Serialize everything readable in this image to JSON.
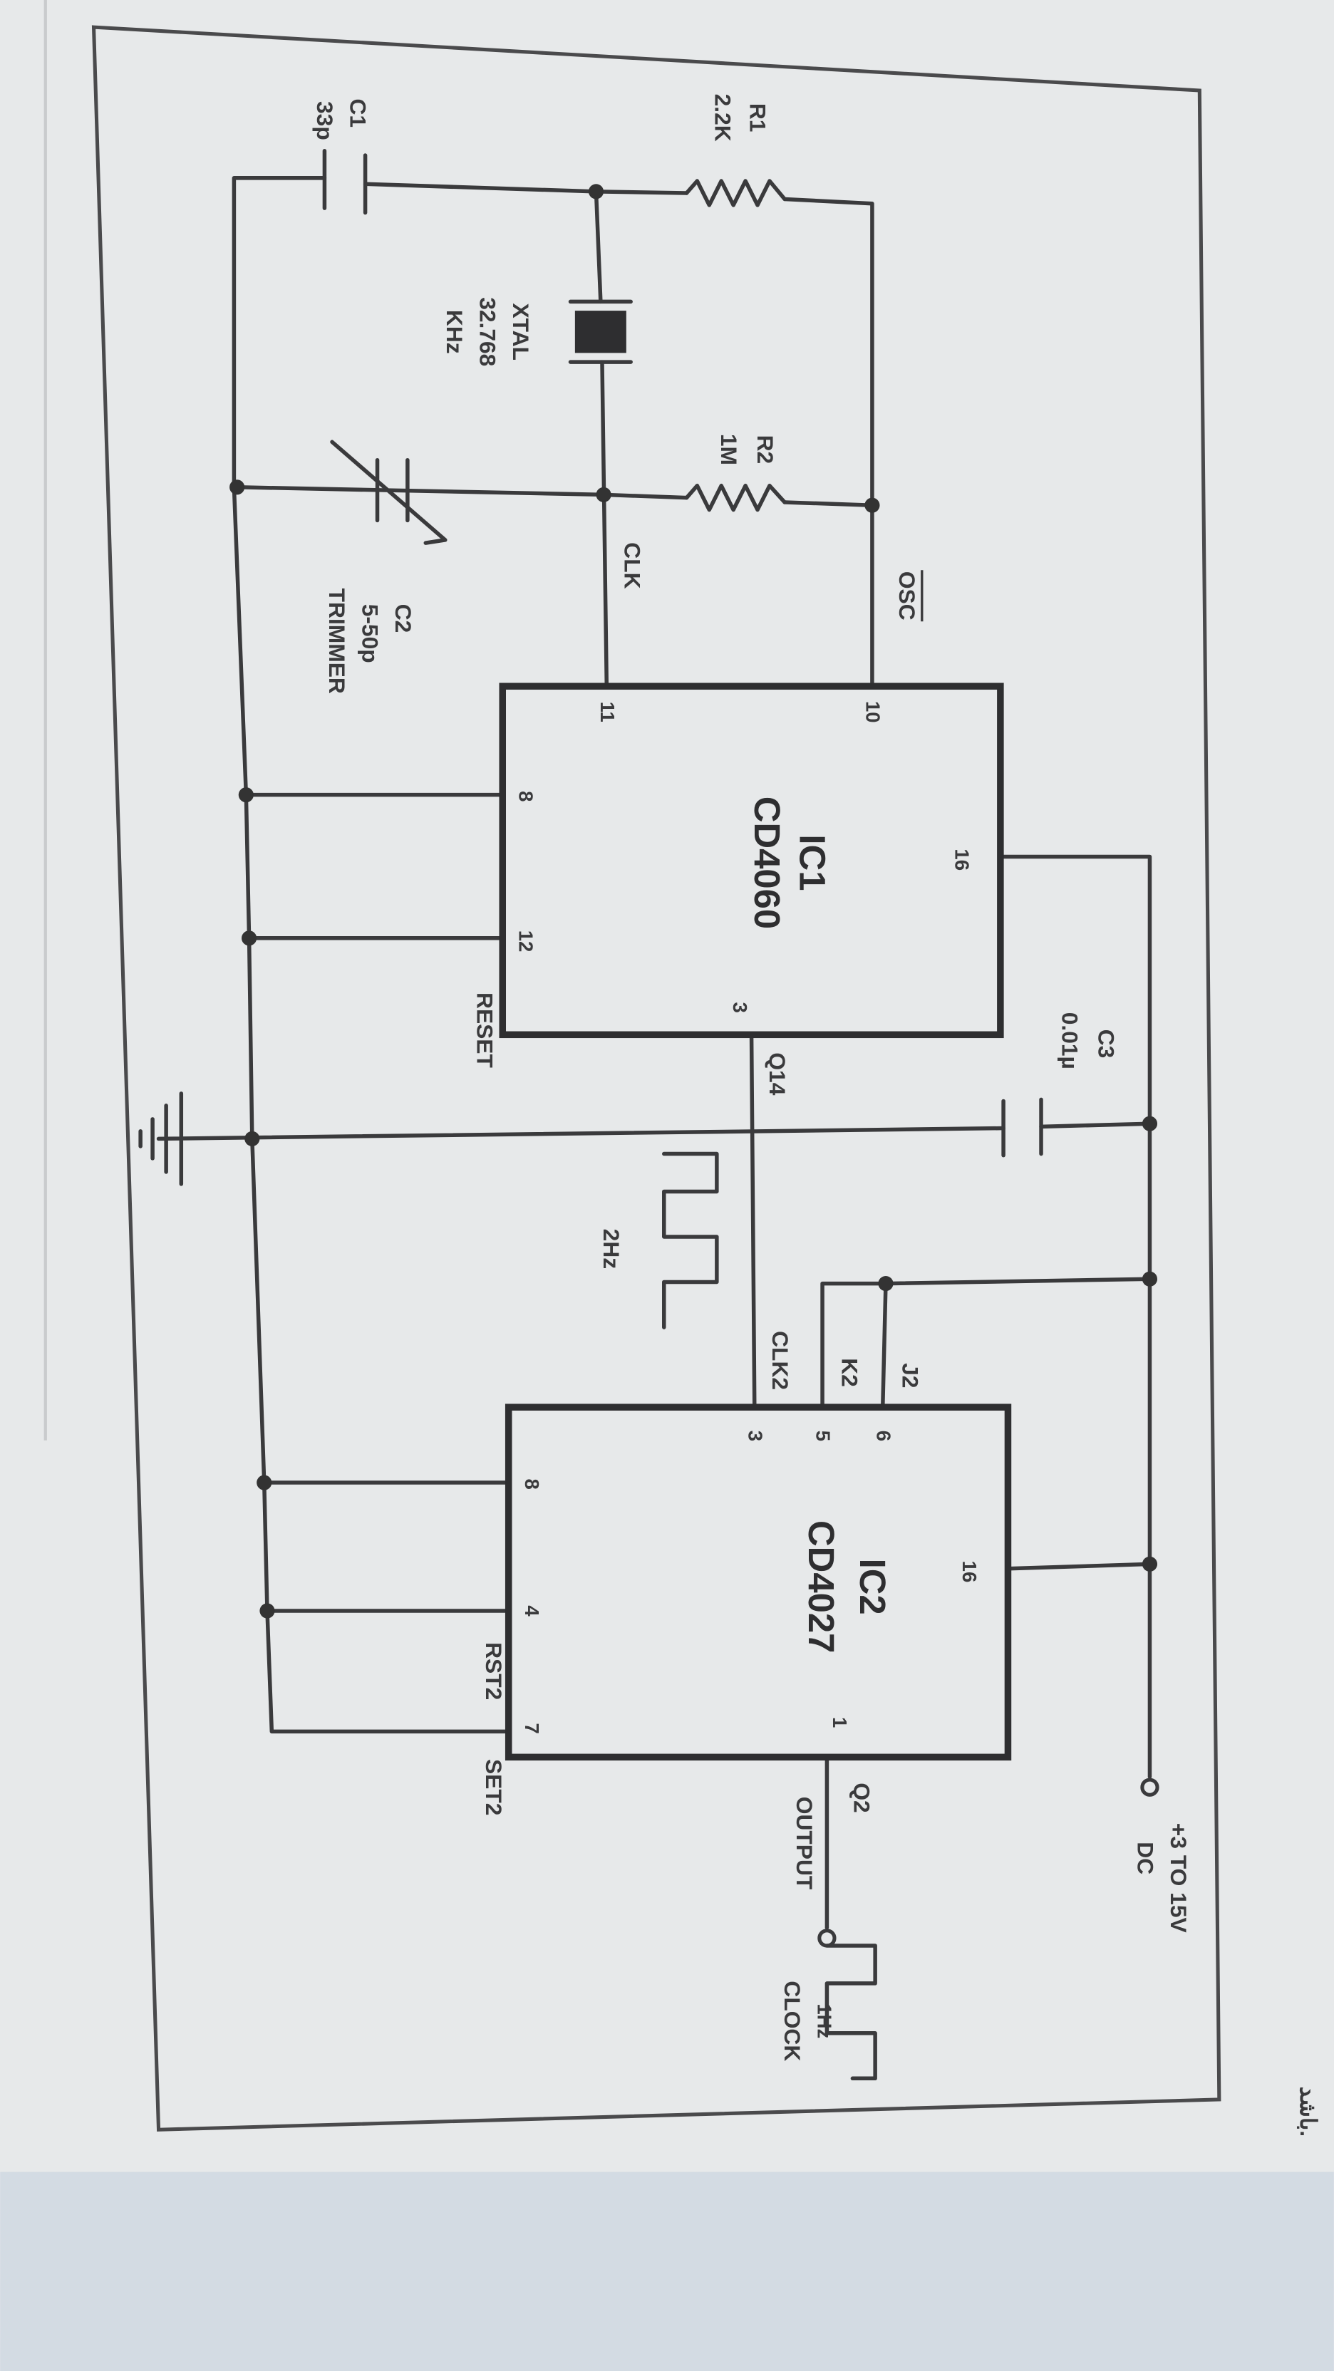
{
  "components": {
    "r1": {
      "name": "R1",
      "value": "2.2K"
    },
    "r2": {
      "name": "R2",
      "value": "1M"
    },
    "c1": {
      "name": "C1",
      "value": "33p"
    },
    "c2": {
      "name": "C2",
      "value": "5-50p",
      "type": "TRIMMER"
    },
    "c3": {
      "name": "C3",
      "value": "0.01µ"
    },
    "xtal": {
      "name": "XTAL",
      "value": "32.768",
      "unit": "KHz"
    },
    "ic1": {
      "name": "IC1",
      "part": "CD4060",
      "pins": {
        "p10": "10",
        "p11": "11",
        "p16": "16",
        "p8": "8",
        "p12": "12",
        "p3": "3"
      }
    },
    "ic2": {
      "name": "IC2",
      "part": "CD4027",
      "pins": {
        "p6": "6",
        "p5": "5",
        "p3": "3",
        "p16": "16",
        "p8": "8",
        "p4": "4",
        "p7": "7",
        "p1": "1"
      }
    }
  },
  "signals": {
    "osc": "OSC",
    "clk": "CLK",
    "q14": "Q14",
    "reset": "RESET",
    "freq_2hz": "2Hz",
    "j2": "J2",
    "k2": "K2",
    "clk2": "CLK2",
    "rst2": "RST2",
    "set2": "SET2",
    "q2": "Q2",
    "output": "OUTPUT",
    "supply": "+3 TO 15V",
    "supply_type": "DC",
    "out_freq": "1Hz",
    "out_name": "CLOCK"
  },
  "margin_note": "باشد."
}
